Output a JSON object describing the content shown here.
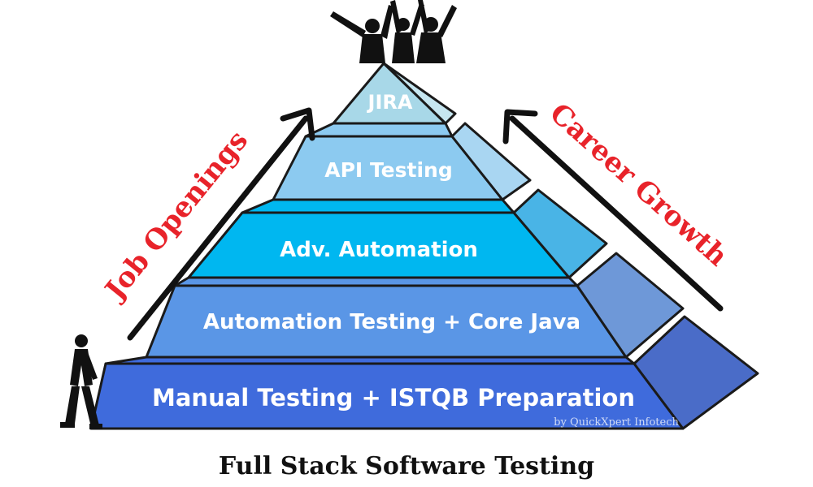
{
  "title": "Full Stack Software Testing",
  "left_arrow_label": "Job Openings",
  "right_arrow_label": "Career Growth",
  "credit": "by QuickXpert Infotech",
  "tiers": [
    {
      "label": "JIRA",
      "front_color": "#a8d8e8",
      "side_color": "#c6e6f0"
    },
    {
      "label": "API Testing",
      "front_color": "#8ccaf0",
      "side_color": "#a9d6f2"
    },
    {
      "label": "Adv. Automation",
      "front_color": "#00b7f0",
      "side_color": "#49b4e6"
    },
    {
      "label": "Automation Testing + Core Java",
      "front_color": "#5a96e6",
      "side_color": "#6e98d8"
    },
    {
      "label": "Manual Testing + ISTQB Preparation",
      "front_color": "#3f6bdc",
      "side_color": "#4a6cc8"
    }
  ],
  "colors": {
    "arrow_label": "#e8232a",
    "outline": "#1a1a1a",
    "silhouette": "#111111"
  },
  "icons": [
    "celebrating-people-icon",
    "walking-man-icon",
    "up-arrow-icon"
  ]
}
